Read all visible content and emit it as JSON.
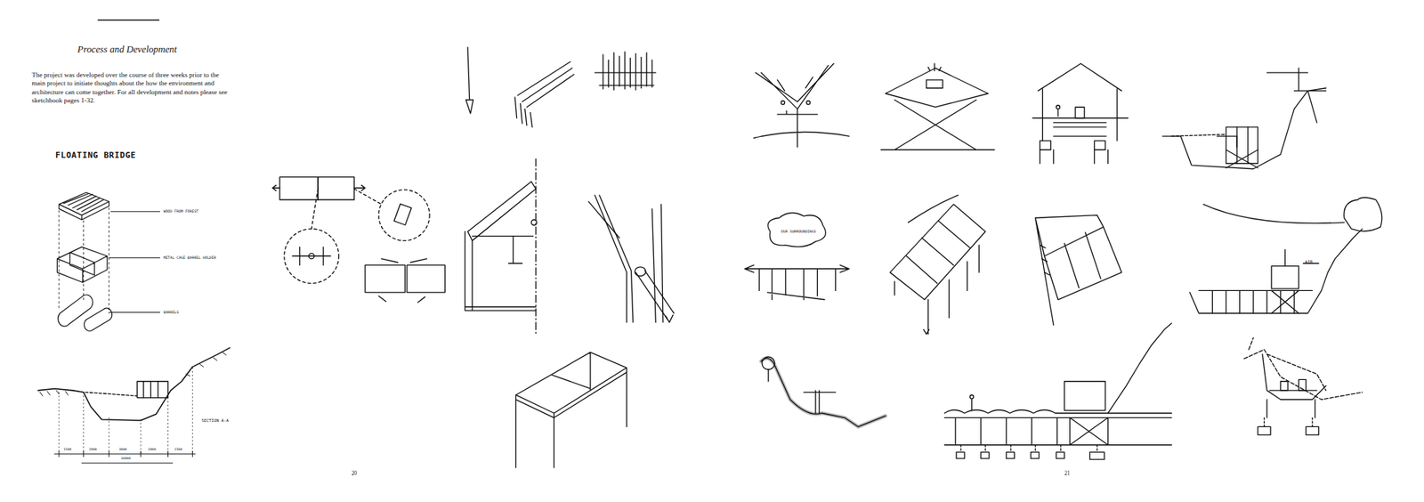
{
  "diagram": {
    "title": "Process and Development",
    "labels": [
      "The project was developed over the course of three weeks prior to the main project to initiate thoughts about the how the environment and architecture can come together. For all development and notes please see sketchbook pages 1-32.",
      "FLOATING BRIDGE",
      "WOOD FROM FOREST",
      "METAL CAGE BARREL HOLDER",
      "BARRELS",
      "SECTION A-A",
      "1500",
      "2000",
      "3000",
      "2000",
      "1500",
      "10000",
      "20",
      "21",
      "OUR SURROUNDINGS",
      "AIR"
    ]
  }
}
